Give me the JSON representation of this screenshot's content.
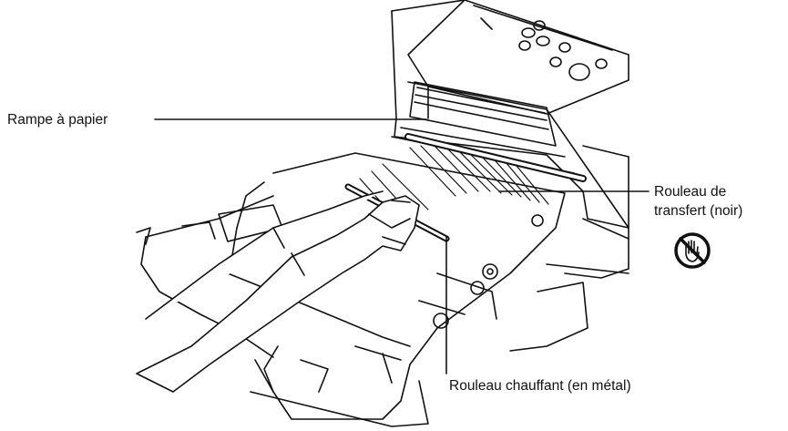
{
  "labels": {
    "paper_ramp": "Rampe à papier",
    "transfer_roller_line1": "Rouleau de",
    "transfer_roller_line2": "transfert (noir)",
    "heat_roller": "Rouleau chauffant (en métal)"
  },
  "icons": {
    "warning": "no-touch-hand-icon"
  },
  "colors": {
    "line": "#111111",
    "background": "#ffffff"
  }
}
